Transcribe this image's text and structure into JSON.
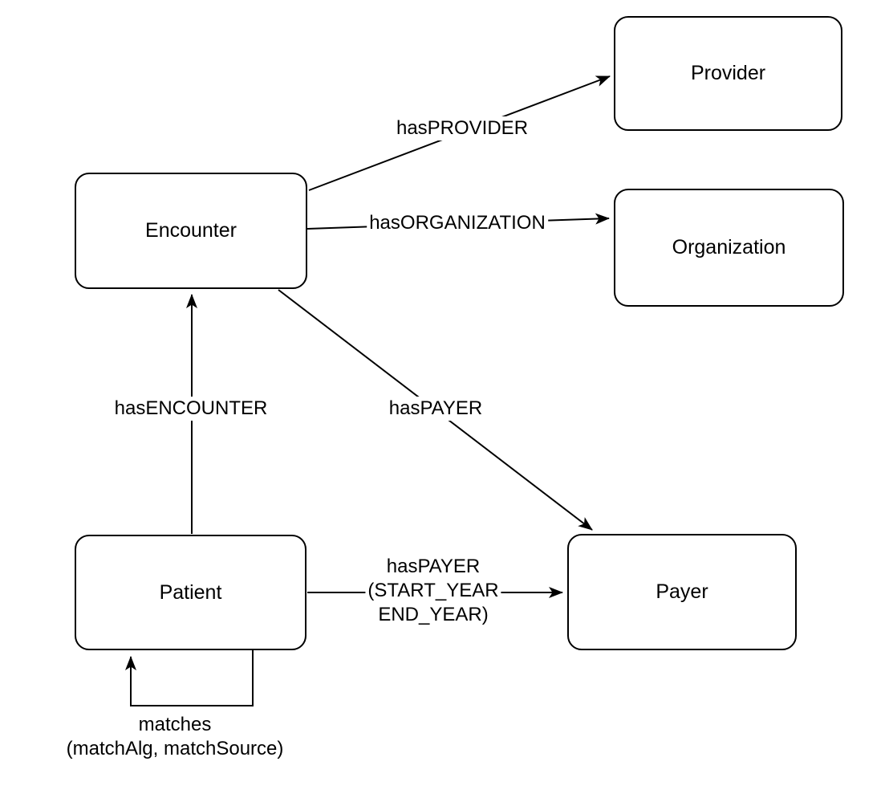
{
  "diagram": {
    "nodes": [
      {
        "id": "encounter",
        "label": "Encounter"
      },
      {
        "id": "provider",
        "label": "Provider"
      },
      {
        "id": "organization",
        "label": "Organization"
      },
      {
        "id": "patient",
        "label": "Patient"
      },
      {
        "id": "payer",
        "label": "Payer"
      }
    ],
    "edges": [
      {
        "from": "Encounter",
        "to": "Provider",
        "lines": [
          "hasPROVIDER"
        ]
      },
      {
        "from": "Encounter",
        "to": "Organization",
        "lines": [
          "hasORGANIZATION"
        ]
      },
      {
        "from": "Encounter",
        "to": "Payer",
        "lines": [
          "hasPAYER"
        ]
      },
      {
        "from": "Patient",
        "to": "Encounter",
        "lines": [
          "hasENCOUNTER"
        ]
      },
      {
        "from": "Patient",
        "to": "Payer",
        "lines": [
          "hasPAYER",
          "(START_YEAR",
          "END_YEAR)"
        ]
      },
      {
        "from": "Patient",
        "to": "Patient",
        "lines": [
          "matches",
          "(matchAlg, matchSource)"
        ]
      }
    ],
    "colors": {
      "stroke": "#000000",
      "node_fill": "#ffffff",
      "text": "#000000",
      "background": "#ffffff"
    }
  }
}
